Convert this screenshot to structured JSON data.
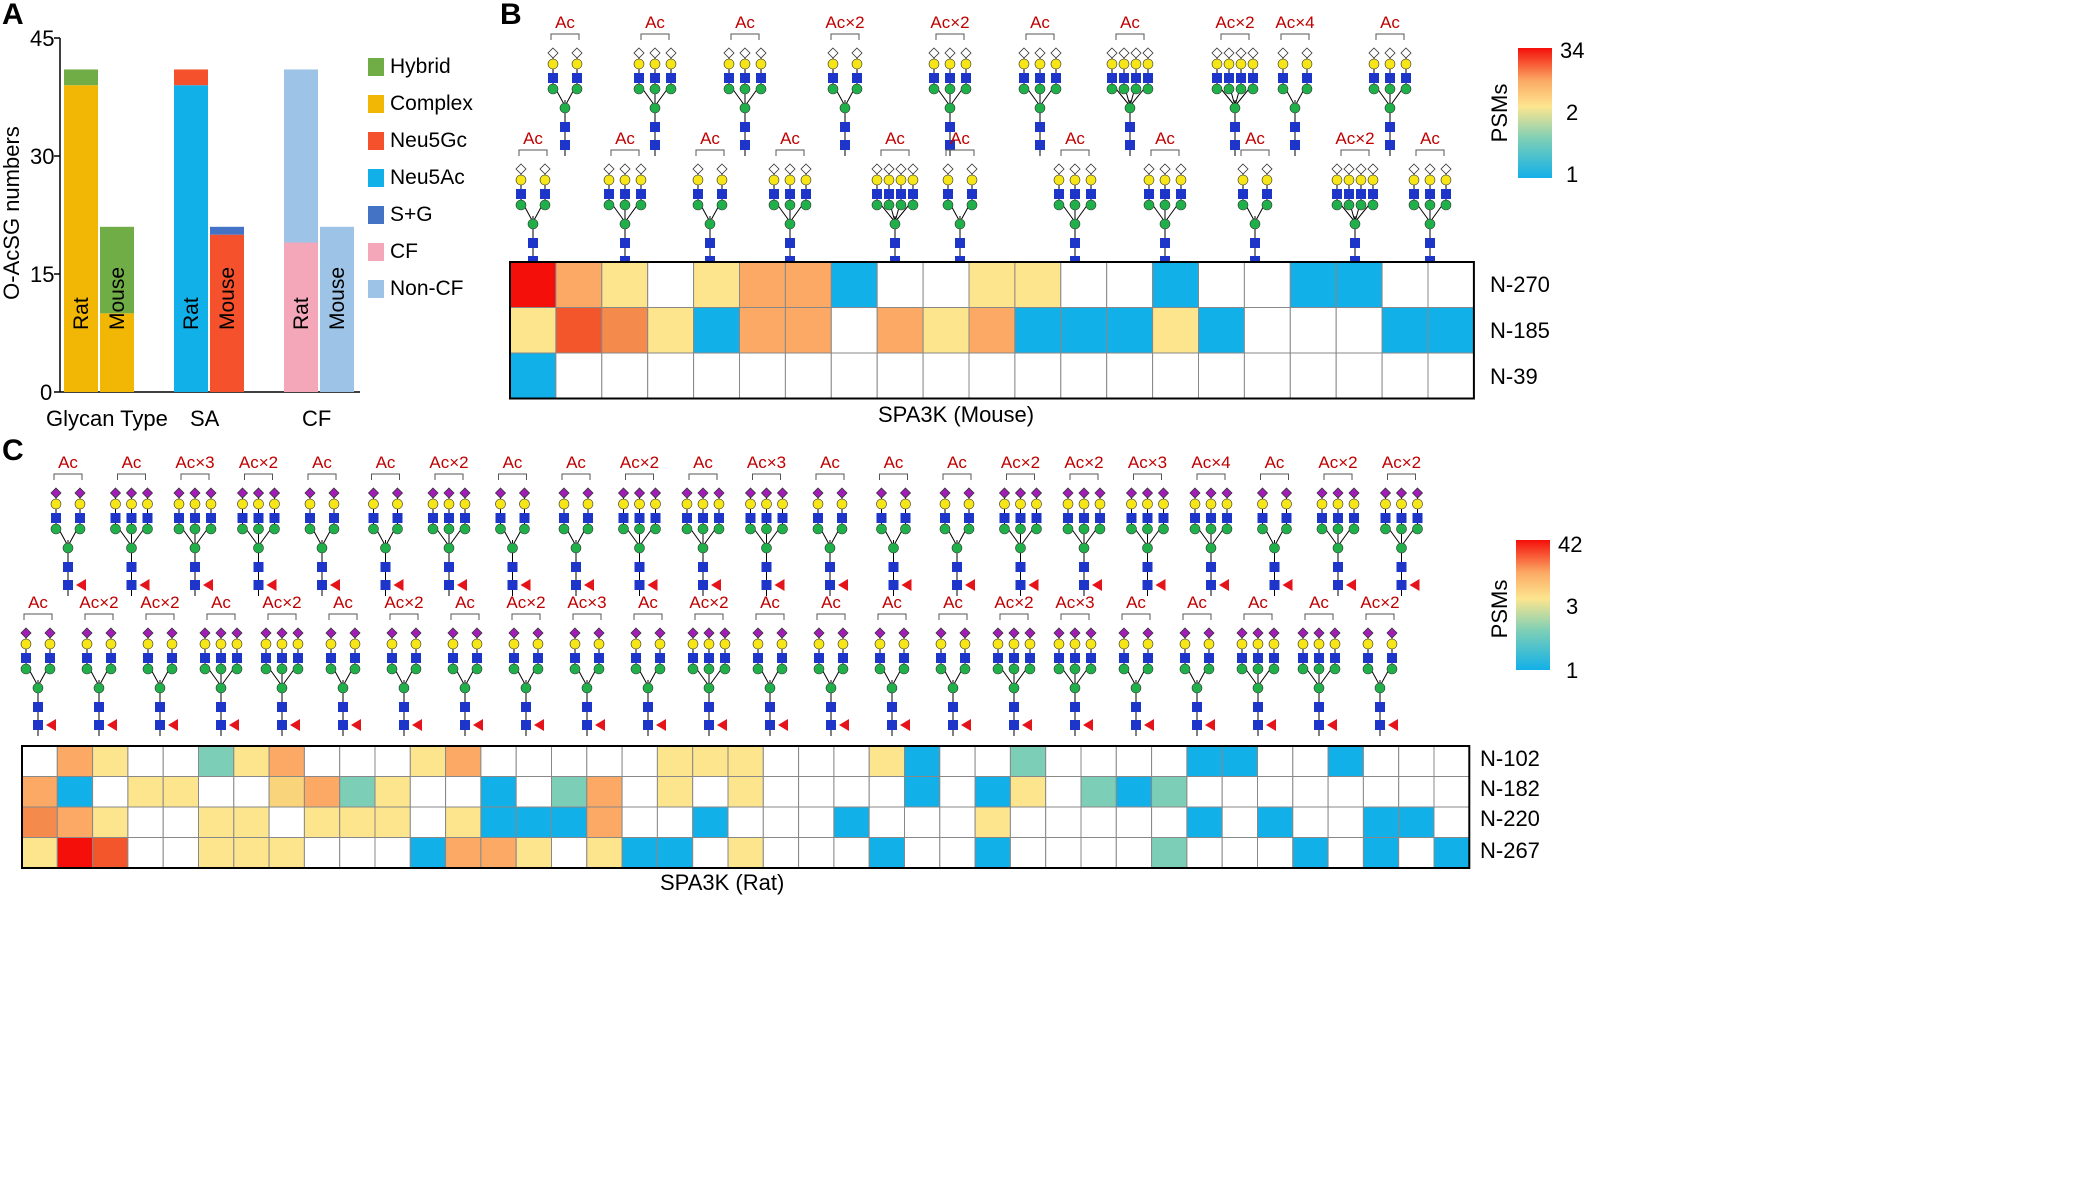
{
  "panels": {
    "a": "A",
    "b": "B",
    "c": "C"
  },
  "panel_a": {
    "ylabel": "O-AcSG numbers",
    "yticks": [
      "0",
      "15",
      "30",
      "45"
    ],
    "groups": [
      "Glycan Type",
      "SA",
      "CF"
    ],
    "bar_labels": [
      "Rat",
      "Mouse",
      "Rat",
      "Mouse",
      "Rat",
      "Mouse"
    ],
    "legend": [
      {
        "label": "Hybrid",
        "color": "#70ad47"
      },
      {
        "label": "Complex",
        "color": "#f2b705"
      },
      {
        "label": "Neu5Gc",
        "color": "#f4512c"
      },
      {
        "label": "Neu5Ac",
        "color": "#12b0e8"
      },
      {
        "label": "S+G",
        "color": "#4472c4"
      },
      {
        "label": "CF",
        "color": "#f4a7b9"
      },
      {
        "label": "Non-CF",
        "color": "#9dc3e6"
      }
    ]
  },
  "chart_data": {
    "type": "bar",
    "stacked": true,
    "ylabel": "O-AcSG numbers",
    "ylim": [
      0,
      45
    ],
    "groups": [
      "Glycan Type",
      "SA",
      "CF"
    ],
    "bars": [
      {
        "group": "Glycan Type",
        "label": "Rat",
        "segments": [
          {
            "name": "Complex",
            "value": 39
          },
          {
            "name": "Hybrid",
            "value": 2
          }
        ]
      },
      {
        "group": "Glycan Type",
        "label": "Mouse",
        "segments": [
          {
            "name": "Complex",
            "value": 10
          },
          {
            "name": "Hybrid",
            "value": 11
          }
        ]
      },
      {
        "group": "SA",
        "label": "Rat",
        "segments": [
          {
            "name": "Neu5Ac",
            "value": 39
          },
          {
            "name": "Neu5Gc",
            "value": 2
          }
        ]
      },
      {
        "group": "SA",
        "label": "Mouse",
        "segments": [
          {
            "name": "Neu5Gc",
            "value": 20
          },
          {
            "name": "S+G",
            "value": 1
          }
        ]
      },
      {
        "group": "CF",
        "label": "Rat",
        "segments": [
          {
            "name": "CF",
            "value": 19
          },
          {
            "name": "Non-CF",
            "value": 22
          }
        ]
      },
      {
        "group": "CF",
        "label": "Mouse",
        "segments": [
          {
            "name": "Non-CF",
            "value": 21
          }
        ]
      }
    ]
  },
  "panel_b": {
    "xlabel": "SPA3K (Mouse)",
    "colorbar_label": "PSMs",
    "colorbar_ticks": [
      "34",
      "2",
      "1"
    ],
    "row_labels": [
      "N-270",
      "N-185",
      "N-39"
    ],
    "ac_labels": [
      "Ac",
      "Ac",
      "Ac",
      "Ac×2",
      "Ac×2",
      "Ac",
      "Ac",
      "Ac×2",
      "Ac×4",
      "Ac",
      "Ac",
      "Ac",
      "Ac",
      "Ac",
      "Ac",
      "Ac",
      "Ac",
      "Ac",
      "Ac",
      "Ac×2",
      "Ac"
    ],
    "colors": {
      "r": "#f40f0a",
      "R": "#f4562c",
      "o": "#f48a4c",
      "O": "#fba965",
      "y": "#fad47a",
      "Y": "#fde58e",
      "b": "#12b0e8",
      "w": "#ffffff"
    },
    "rows": [
      "rOYwYOObwwYYwwbwwbbww",
      "YRoYbOOwOYObbbYbwwwbb",
      "bwwwwwwwwwwwwwwwwwwww"
    ]
  },
  "panel_c": {
    "xlabel": "SPA3K (Rat)",
    "colorbar_label": "PSMs",
    "colorbar_ticks": [
      "42",
      "3",
      "1"
    ],
    "row_labels": [
      "N-102",
      "N-182",
      "N-220",
      "N-267"
    ],
    "ac_labels_top": [
      "Ac",
      "Ac",
      "Ac×3",
      "Ac×2",
      "Ac",
      "Ac",
      "Ac×2",
      "Ac",
      "Ac",
      "Ac×2",
      "Ac",
      "Ac×3",
      "Ac",
      "Ac",
      "Ac",
      "Ac×2",
      "Ac×2",
      "Ac×3",
      "Ac×4",
      "Ac",
      "Ac×2",
      "Ac×2"
    ],
    "ac_labels_bottom": [
      "Ac",
      "Ac×2",
      "Ac×2",
      "Ac",
      "Ac×2",
      "Ac",
      "Ac×2",
      "Ac",
      "Ac×2",
      "Ac×3",
      "Ac",
      "Ac×2",
      "Ac",
      "Ac",
      "Ac",
      "Ac",
      "Ac×2",
      "Ac×3",
      "Ac",
      "Ac",
      "Ac",
      "Ac",
      "Ac×2"
    ],
    "colors": {
      "r": "#f40f0a",
      "R": "#f4562c",
      "o": "#f48a4c",
      "O": "#fba965",
      "y": "#fad47a",
      "Y": "#fde58e",
      "b": "#12b0e8",
      "t": "#7ccfb6",
      "w": "#ffffff"
    },
    "rows": [
      "wOYwwtYOwwwYOwwwwwYYYwwwYbwwtwwwwbbwwbwww",
      "ObwYYwwyOtYwwbwtOwYwYwwwwbwbYwtbtwwwwwwww",
      "oOYwwYYwYYYwYbbbOwwbwwwbwwwYwwwwwbwbwwbbw",
      "YrRwwYYYwwwbOOYwYbbwYwwwbwwbwwwwtwwwbwbwb"
    ]
  }
}
